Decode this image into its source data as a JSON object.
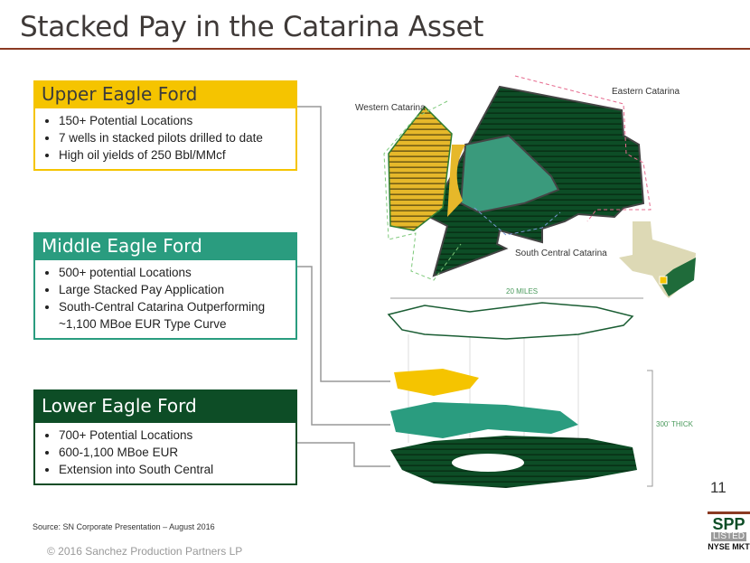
{
  "title": "Stacked Pay in the Catarina Asset",
  "sections": [
    {
      "heading": "Upper Eagle Ford",
      "bullets": [
        "150+ Potential Locations",
        "7 wells in stacked pilots drilled to date",
        "High oil yields of 250 Bbl/MMcf"
      ]
    },
    {
      "heading": "Middle Eagle Ford",
      "bullets": [
        "500+ potential Locations",
        "Large Stacked Pay Application",
        "South-Central Catarina Outperforming ~1,100 MBoe EUR Type Curve"
      ]
    },
    {
      "heading": "Lower Eagle Ford",
      "bullets": [
        "700+ Potential Locations",
        "600-1,100 MBoe EUR",
        "Extension into South Central"
      ]
    }
  ],
  "map": {
    "labels": {
      "western": "Western Catarina",
      "eastern": "Eastern Catarina",
      "south_central": "South Central Catarina"
    },
    "scale": "20 MILES",
    "thickness": "300' THICK"
  },
  "page_number": "11",
  "source": "Source: SN Corporate Presentation – August 2016",
  "copyright": "© 2016 Sanchez Production Partners LP",
  "logo": {
    "name": "SPP",
    "listed": "LISTED",
    "exchange": "NYSE MKT"
  },
  "colors": {
    "upper": "#f5c400",
    "middle": "#2a9c7f",
    "lower": "#0d4d26",
    "accent": "#8b3a22"
  }
}
